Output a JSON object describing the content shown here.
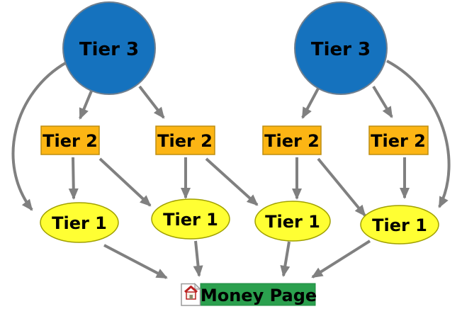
{
  "diagram": {
    "type": "link-pyramid-flow-diagram",
    "background": "#FFFFFF",
    "colors": {
      "tier3_fill": "#1572BE",
      "tier3_border": "#6F7F8F",
      "tier2_fill": "#FCB514",
      "tier2_border": "#BD8D11",
      "tier1_fill": "#FFFF33",
      "tier1_border": "#A0A000",
      "money_fill": "#2BA04E",
      "arrow": "#808080",
      "label_text": "#000000",
      "house_icon_red": "#BB2222"
    },
    "nodes": {
      "tier3": [
        {
          "id": "tier3-1",
          "label": "Tier 3",
          "shape": "circle"
        },
        {
          "id": "tier3-2",
          "label": "Tier 3",
          "shape": "circle"
        }
      ],
      "tier2": [
        {
          "id": "tier2-1",
          "label": "Tier 2",
          "shape": "rect"
        },
        {
          "id": "tier2-2",
          "label": "Tier 2",
          "shape": "rect"
        },
        {
          "id": "tier2-3",
          "label": "Tier 2",
          "shape": "rect"
        },
        {
          "id": "tier2-4",
          "label": "Tier 2",
          "shape": "rect"
        }
      ],
      "tier1": [
        {
          "id": "tier1-1",
          "label": "Tier 1",
          "shape": "ellipse"
        },
        {
          "id": "tier1-2",
          "label": "Tier 1",
          "shape": "ellipse"
        },
        {
          "id": "tier1-3",
          "label": "Tier 1",
          "shape": "ellipse"
        },
        {
          "id": "tier1-4",
          "label": "Tier 1",
          "shape": "ellipse"
        }
      ],
      "money_page": {
        "id": "money-page",
        "label": "Money Page",
        "shape": "rect",
        "icon": "home-page-icon"
      }
    },
    "edges": [
      {
        "from": "tier3-1",
        "to": "tier2-1",
        "style": "straight"
      },
      {
        "from": "tier3-1",
        "to": "tier2-2",
        "style": "straight"
      },
      {
        "from": "tier3-1",
        "to": "tier1-1",
        "style": "curved-left"
      },
      {
        "from": "tier3-2",
        "to": "tier2-3",
        "style": "straight"
      },
      {
        "from": "tier3-2",
        "to": "tier2-4",
        "style": "straight"
      },
      {
        "from": "tier3-2",
        "to": "tier1-4",
        "style": "curved-right"
      },
      {
        "from": "tier2-1",
        "to": "tier1-1",
        "style": "straight"
      },
      {
        "from": "tier2-1",
        "to": "tier1-2",
        "style": "straight"
      },
      {
        "from": "tier2-2",
        "to": "tier1-2",
        "style": "straight"
      },
      {
        "from": "tier2-2",
        "to": "tier1-3",
        "style": "straight"
      },
      {
        "from": "tier2-3",
        "to": "tier1-3",
        "style": "straight"
      },
      {
        "from": "tier2-3",
        "to": "tier1-4",
        "style": "straight"
      },
      {
        "from": "tier2-4",
        "to": "tier1-4",
        "style": "straight"
      },
      {
        "from": "tier1-1",
        "to": "money-page",
        "style": "straight"
      },
      {
        "from": "tier1-2",
        "to": "money-page",
        "style": "straight"
      },
      {
        "from": "tier1-3",
        "to": "money-page",
        "style": "straight"
      },
      {
        "from": "tier1-4",
        "to": "money-page",
        "style": "straight"
      }
    ]
  }
}
